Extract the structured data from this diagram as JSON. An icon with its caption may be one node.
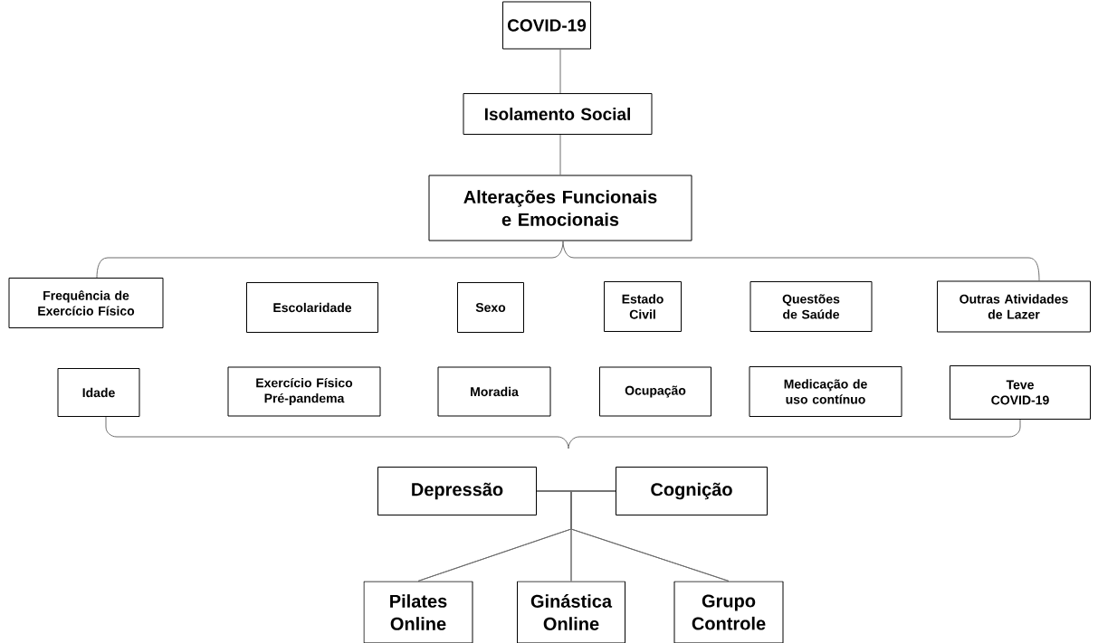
{
  "diagram": {
    "nodes": [
      {
        "text": [
          "COVID-19"
        ]
      },
      {
        "text": [
          "Isolamento Social"
        ]
      },
      {
        "text": [
          "Alterações Funcionais e Emocionais"
        ]
      },
      {
        "text": [
          "Frequência de Exercício Físico"
        ]
      },
      {
        "text": [
          "Escolaridade"
        ]
      },
      {
        "text": [
          "Sexo"
        ]
      },
      {
        "text": [
          "Estado Civil"
        ]
      },
      {
        "text": [
          "Questões de Saúde"
        ]
      },
      {
        "text": [
          "Outras Atividades de Lazer"
        ]
      },
      {
        "text": [
          "Idade"
        ]
      },
      {
        "text": [
          "Exercício Físico Pré-pandema"
        ]
      },
      {
        "text": [
          "Moradia"
        ]
      },
      {
        "text": [
          "Ocupação"
        ]
      },
      {
        "text": [
          "Medicação de uso contínuo"
        ]
      },
      {
        "text": [
          "Teve COVID-19"
        ]
      },
      {
        "text": [
          "Depressão"
        ]
      },
      {
        "text": [
          "Cognição"
        ]
      },
      {
        "text": [
          "Pilates Online"
        ]
      },
      {
        "text": [
          "Ginástica Online"
        ]
      },
      {
        "text": [
          "Grupo Controle"
        ]
      }
    ],
    "edges": [
      {
        "from": 0,
        "to": 1,
        "arrow": "none"
      },
      {
        "from": 1,
        "to": 2,
        "arrow": "none"
      },
      {
        "from": 2,
        "to": 3,
        "arrow": "none"
      },
      {
        "from": 2,
        "to": 8,
        "arrow": "none"
      },
      {
        "from": 9,
        "to": null,
        "arrow": "none"
      },
      {
        "from": 14,
        "to": null,
        "arrow": "none"
      },
      {
        "from": 15,
        "to": 16,
        "arrow": "none"
      },
      {
        "from": 15,
        "to": 17,
        "arrow": "none"
      },
      {
        "from": 15,
        "to": 18,
        "arrow": "none"
      },
      {
        "from": 15,
        "to": 19,
        "arrow": "none"
      },
      {
        "from": 16,
        "to": 17,
        "arrow": "none"
      },
      {
        "from": 16,
        "to": 18,
        "arrow": "none"
      },
      {
        "from": 16,
        "to": 19,
        "arrow": "none"
      }
    ]
  }
}
